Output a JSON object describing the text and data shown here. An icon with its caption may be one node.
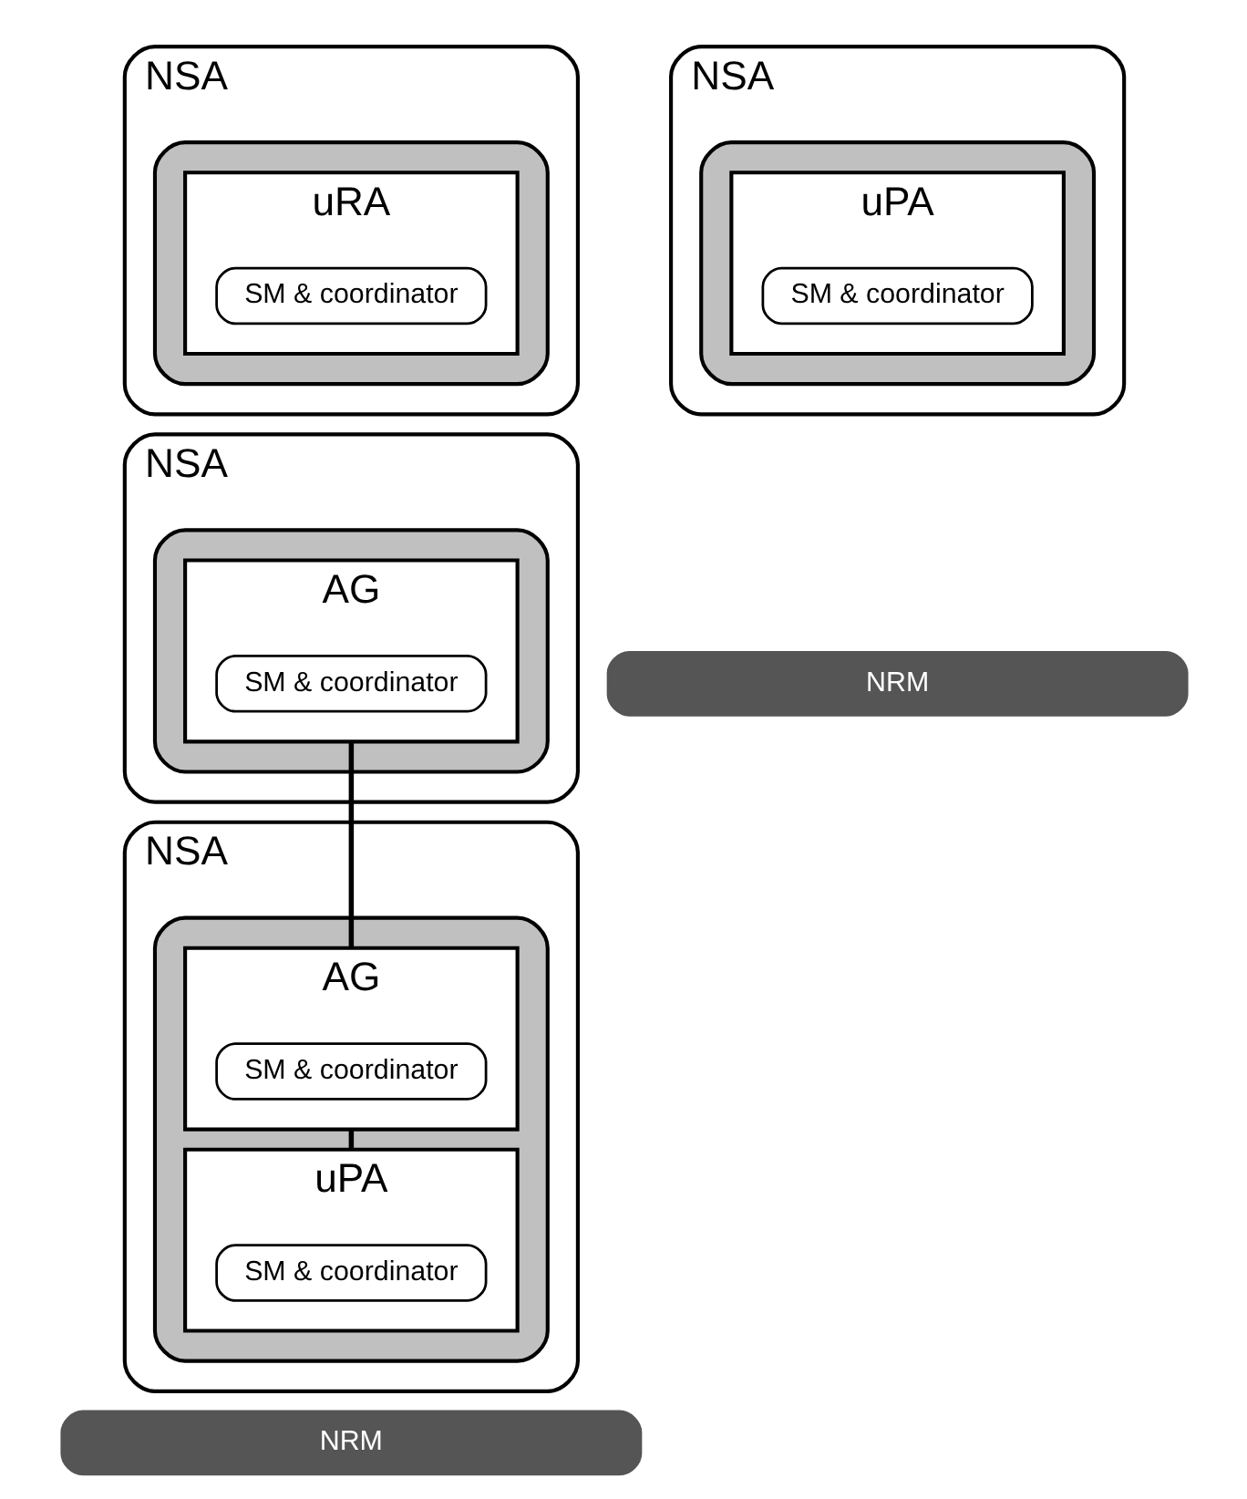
{
  "diagram": {
    "nodes": [
      {
        "text": [
          "NSA"
        ]
      },
      {
        "text": [],
        "shape": "box",
        "in": 0
      },
      {
        "text": [
          "uRA"
        ],
        "in": 1
      },
      {
        "text": [
          "SM & coordinator"
        ],
        "in": 2
      },
      {
        "text": [
          "NSA"
        ]
      },
      {
        "text": [],
        "shape": "box",
        "in": 4
      },
      {
        "text": [
          "AG"
        ],
        "in": 5
      },
      {
        "text": [
          "SM & coordinator"
        ],
        "in": 6
      },
      {
        "text": [
          "NSA"
        ]
      },
      {
        "text": [],
        "shape": "box",
        "in": 8
      },
      {
        "text": [
          "uPA"
        ],
        "in": 9
      },
      {
        "text": [
          "SM & coordinator"
        ],
        "in": 10
      },
      {
        "text": [
          "NRM"
        ]
      },
      {
        "text": [
          "NSA"
        ]
      },
      {
        "text": [],
        "shape": "box",
        "in": 13
      },
      {
        "text": [
          "AG"
        ],
        "in": 14
      },
      {
        "text": [
          "SM & coordinator"
        ],
        "in": 15
      },
      {
        "text": [
          "uPA"
        ],
        "in": 14
      },
      {
        "text": [
          "SM & coordinator"
        ],
        "in": 17
      },
      {
        "text": [
          "NRM"
        ]
      }
    ],
    "edges": [
      {
        "from": 6,
        "to": 15,
        "arrow": "none"
      },
      {
        "from": 15,
        "to": 17,
        "arrow": "none"
      }
    ]
  }
}
